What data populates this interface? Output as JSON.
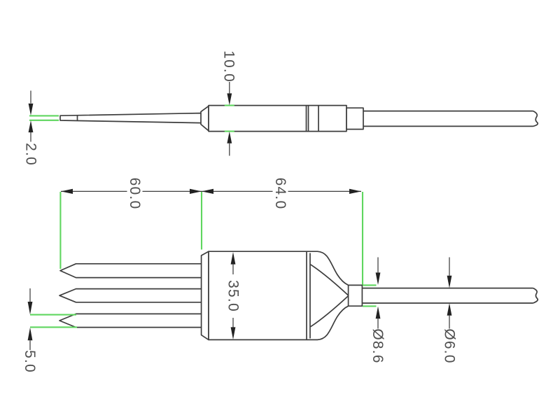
{
  "colors": {
    "line": "#3d3d3d",
    "arrow": "#222222",
    "highlight": "#5fd65f",
    "dim_text": "#4f4f4f",
    "background": "#ffffff"
  },
  "views": {
    "side": {
      "dims": {
        "needle_thickness": "2.0",
        "body_diameter": "10.0"
      }
    },
    "front": {
      "dims": {
        "prong_length": "60.0",
        "body_length": "64.0",
        "body_diameter": "35.0",
        "prong_thickness": "5.0",
        "gland_diameter": "Ø8.6",
        "cable_diameter": "Ø6.0"
      }
    }
  }
}
